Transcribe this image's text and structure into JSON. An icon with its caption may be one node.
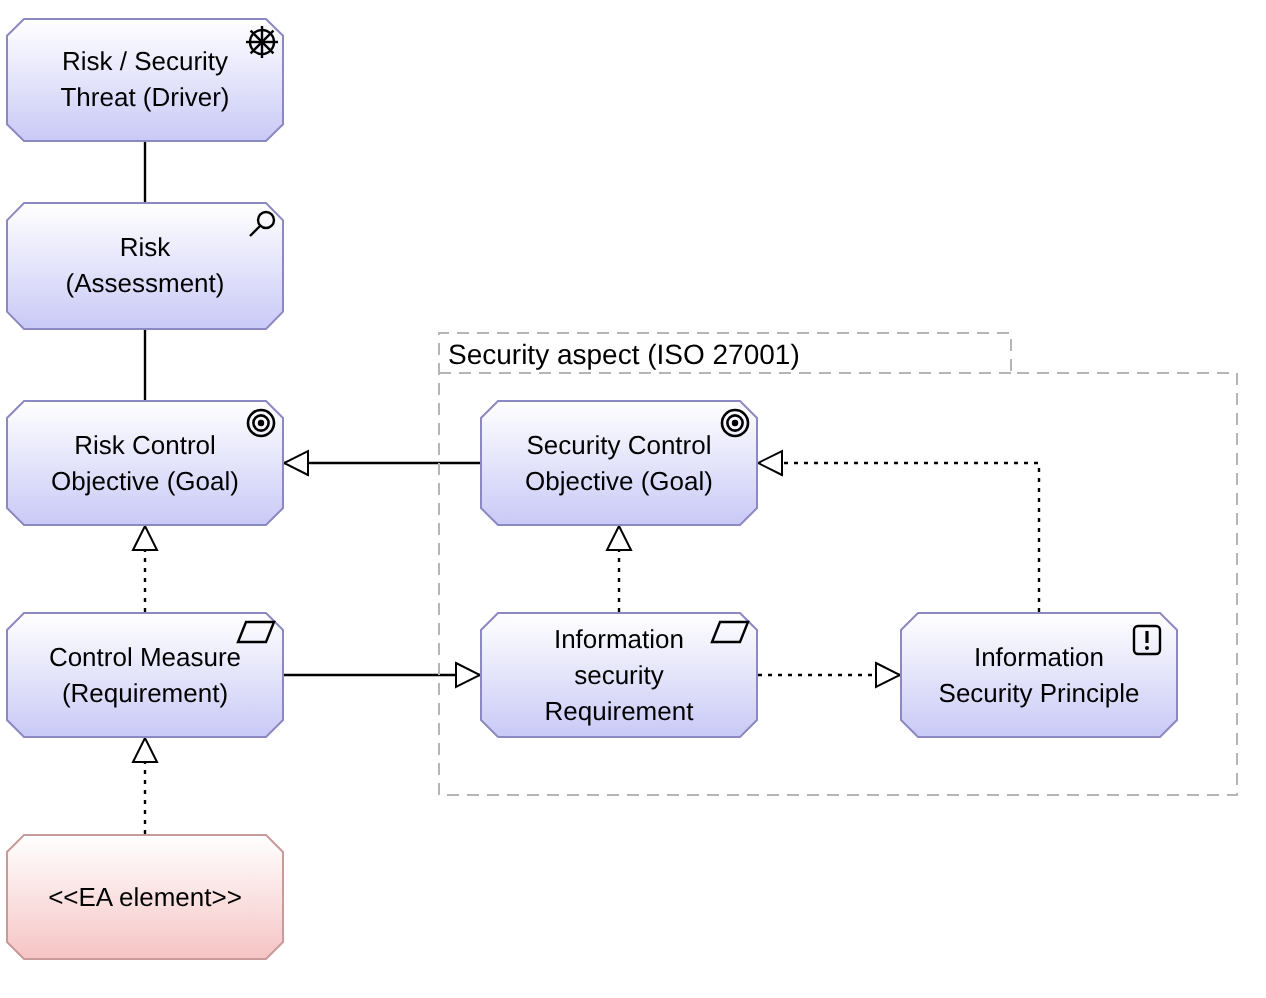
{
  "diagram": {
    "nodes": [
      {
        "text": [
          "Risk / Security Threat (Driver)"
        ]
      },
      {
        "text": [
          "Risk (Assessment)"
        ]
      },
      {
        "text": [
          "Risk Control Objective (Goal)"
        ]
      },
      {
        "text": [
          "Control Measure (Requirement)"
        ]
      },
      {
        "text": [
          "<<EA element>>"
        ]
      },
      {
        "text": [
          "Security aspect (ISO 27001)"
        ]
      },
      {
        "text": [
          "Security Control Objective (Goal)"
        ],
        "in": 5
      },
      {
        "text": [
          "Information security Requirement"
        ],
        "in": 5
      },
      {
        "text": [
          "Information Security Principle"
        ],
        "in": 5
      }
    ],
    "edges": [
      {
        "from": 0,
        "to": 1,
        "arrow": "none"
      },
      {
        "from": 1,
        "to": 2,
        "arrow": "none"
      },
      {
        "from": 6,
        "to": 2,
        "arrow": "to"
      },
      {
        "from": 3,
        "to": 2,
        "arrow": "to",
        "style": "dashed"
      },
      {
        "from": 4,
        "to": 3,
        "arrow": "to",
        "style": "dashed"
      },
      {
        "from": 3,
        "to": 7,
        "arrow": "to"
      },
      {
        "from": 7,
        "to": 6,
        "arrow": "to",
        "style": "dashed"
      },
      {
        "from": 7,
        "to": 8,
        "arrow": "to",
        "style": "dashed"
      },
      {
        "from": 8,
        "to": 6,
        "arrow": "to",
        "style": "dashed"
      }
    ]
  }
}
